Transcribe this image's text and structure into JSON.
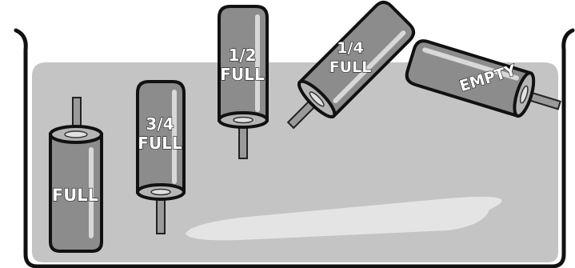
{
  "colors": {
    "water": "#c4c4c4",
    "container_stroke": "#111111",
    "cylinder_body": "#8c8c8c",
    "cylinder_cap": "#b5b5b5",
    "highlight": "#d8d8d8",
    "label_fill": "#ffffff"
  },
  "labels": {
    "full": "FULL",
    "three_quarter": [
      "3/4",
      "FULL"
    ],
    "half": [
      "1/2",
      "FULL"
    ],
    "quarter": [
      "1/4",
      "FULL"
    ],
    "empty": "EMPTY"
  }
}
